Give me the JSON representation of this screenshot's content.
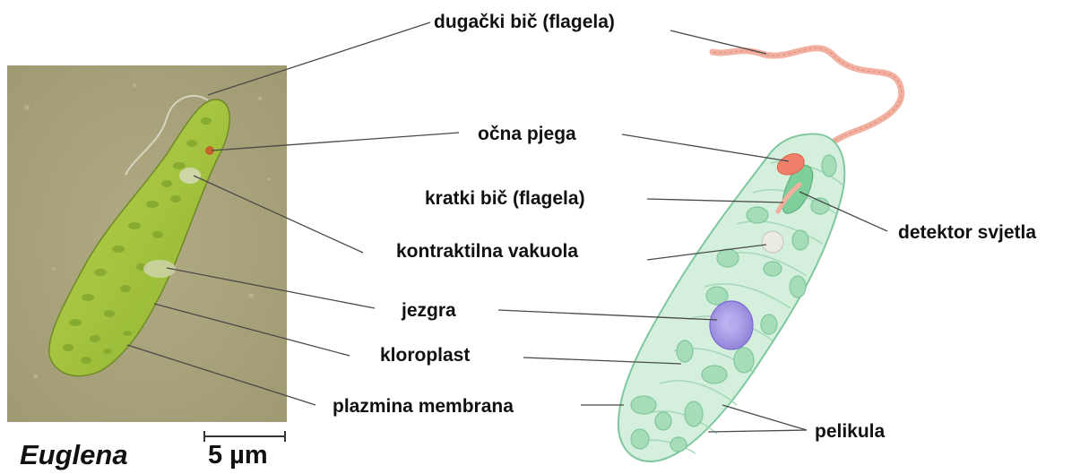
{
  "labels": {
    "long_flagellum": "dugački bič (flagela)",
    "eyespot": "očna pjega",
    "short_flagellum": "kratki bič (flagela)",
    "light_detector": "detektor svjetla",
    "contractile_vacuole": "kontraktilna vakuola",
    "nucleus": "jezgra",
    "chloroplast": "kloroplast",
    "plasma_membrane": "plazmina membrana",
    "pellicle": "pelikula"
  },
  "caption": {
    "genus": "Euglena",
    "scale_bar": "5 µm"
  },
  "colors": {
    "photo_background": "#a9a37c",
    "cell_green": "#9cc23c",
    "chloroplast_dark": "#7aa22a",
    "diagram_body": "#d4f0dc",
    "diagram_stroke": "#7fc79d",
    "diagram_chloroplast": "#a7dcb9",
    "flagellum": "#f2b1a0",
    "eyespot_red": "#ef7f68",
    "nucleus_purple": "#a89be6",
    "vacuole": "#ecebe3",
    "leader_line": "#4a4a4a"
  }
}
